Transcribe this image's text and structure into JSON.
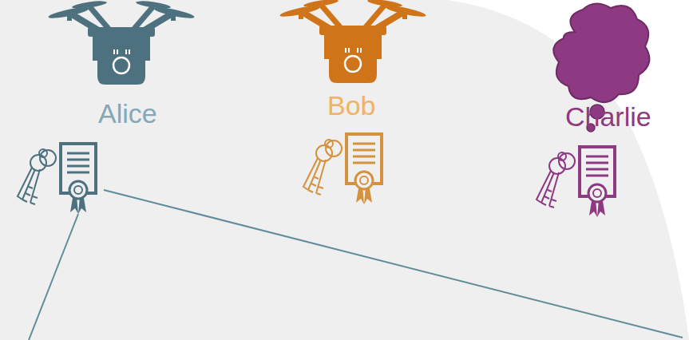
{
  "diagram": {
    "labels": [
      "Alice",
      "Bob",
      "Charlie"
    ]
  }
}
